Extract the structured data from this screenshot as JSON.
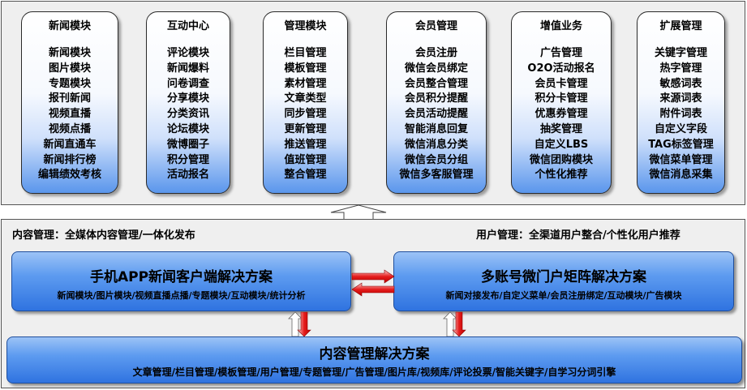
{
  "modules": [
    {
      "title": "新闻模块",
      "items": [
        "新闻模块",
        "图片模块",
        "专题模块",
        "报刊新闻",
        "视频直播",
        "视频点播",
        "新闻直通车",
        "新闻排行榜",
        "编辑绩效考核"
      ]
    },
    {
      "title": "互动中心",
      "items": [
        "评论模块",
        "新闻爆料",
        "问卷调查",
        "分享模块",
        "分类资讯",
        "论坛模块",
        "微博圈子",
        "积分管理",
        "活动报名"
      ]
    },
    {
      "title": "管理模块",
      "items": [
        "栏目管理",
        "模板管理",
        "素材管理",
        "文章类型",
        "同步管理",
        "更新管理",
        "推送管理",
        "值班管理",
        "整合管理"
      ]
    },
    {
      "title": "会员管理",
      "items": [
        "会员注册",
        "微信会员绑定",
        "会员整合管理",
        "会员积分提醒",
        "会员活动提醒",
        "智能消息回复",
        "微信消息分类",
        "微信会员分组",
        "微信多客服管理"
      ]
    },
    {
      "title": "增值业务",
      "items": [
        "广告管理",
        "O2O活动报名",
        "会员卡管理",
        "积分卡管理",
        "优惠券管理",
        "抽奖管理",
        "自定义LBS",
        "微信团购模块",
        "个性化推荐"
      ]
    },
    {
      "title": "扩展管理",
      "items": [
        "关键字管理",
        "热字管理",
        "敏感词表",
        "来源词表",
        "附件词表",
        "自定义字段",
        "TAG标签管理",
        "微信菜单管理",
        "微信消息采集"
      ]
    }
  ],
  "labels": {
    "content_management": "内容管理：全媒体内容管理/一体化发布",
    "user_management": "用户管理：全渠道用户整合/个性化用户推荐"
  },
  "solutions": {
    "app": {
      "title": "手机APP新闻客户端解决方案",
      "subtitle": "新闻模块/图片模块/视频直播点播/专题模块/互动模块/统计分析"
    },
    "wechat": {
      "title": "多账号微门户矩阵解决方案",
      "subtitle": "新闻对接发布/自定义菜单/会员注册绑定/互动模块/广告模块"
    },
    "cms": {
      "title": "内容管理解决方案",
      "subtitle": "文章管理/栏目管理/模板管理/用户管理/专题管理/广告管理/图片库/视频库/评论投票/智能关键字/自学习分词引擎"
    }
  },
  "colors": {
    "arrow_red": "#e41c1c",
    "solution_blue": "#3b7fe6",
    "module_gradient_bottom": "#5a96ec"
  }
}
